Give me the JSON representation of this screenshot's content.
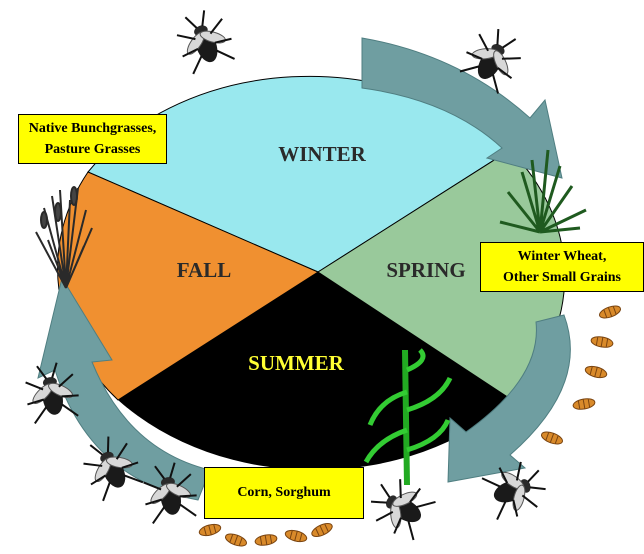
{
  "seasons": {
    "winter": {
      "label": "WINTER",
      "color": "#99e8ee"
    },
    "spring": {
      "label": "SPRING",
      "color": "#99c99b"
    },
    "summer": {
      "label": "SUMMER",
      "color": "#000000",
      "text_color": "#ffff33"
    },
    "fall": {
      "label": "FALL",
      "color": "#f09030"
    }
  },
  "arrow_color": "#6f9ea1",
  "hosts": {
    "fall": {
      "line1": "Native Bunchgrasses,",
      "line2": "Pasture Grasses"
    },
    "spring": {
      "line1": "Winter Wheat,",
      "line2": "Other Small Grains"
    },
    "summer": {
      "line1": "Corn, Sorghum"
    }
  }
}
